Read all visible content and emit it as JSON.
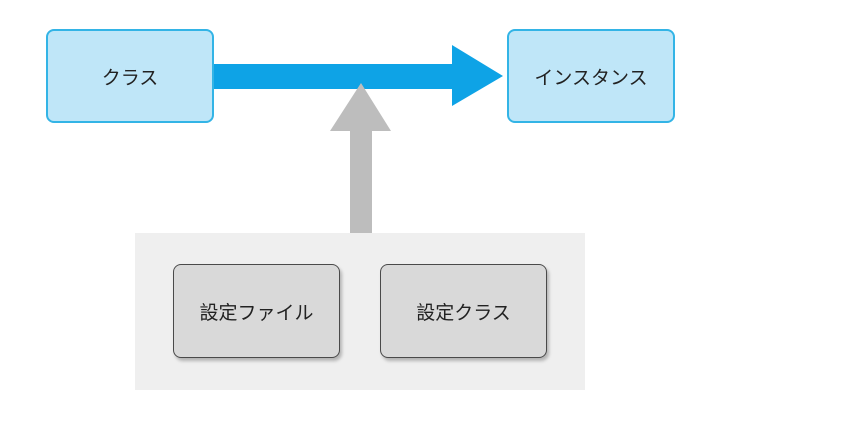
{
  "nodes": {
    "class": "クラス",
    "instance": "インスタンス",
    "config_file": "設定ファイル",
    "config_class": "設定クラス"
  },
  "colors": {
    "blue_fill": "#bfe6f8",
    "blue_border": "#33b4e6",
    "main_arrow": "#0ea3e6",
    "gray_arrow": "#bdbdbd",
    "group_background": "#efefef",
    "gray_box_fill": "#d9d9d9"
  },
  "edges": [
    {
      "from": "class",
      "to": "instance",
      "style": "blue-arrow"
    },
    {
      "from": "config-group",
      "to": "class-to-instance-arrow",
      "style": "gray-arrow"
    }
  ]
}
